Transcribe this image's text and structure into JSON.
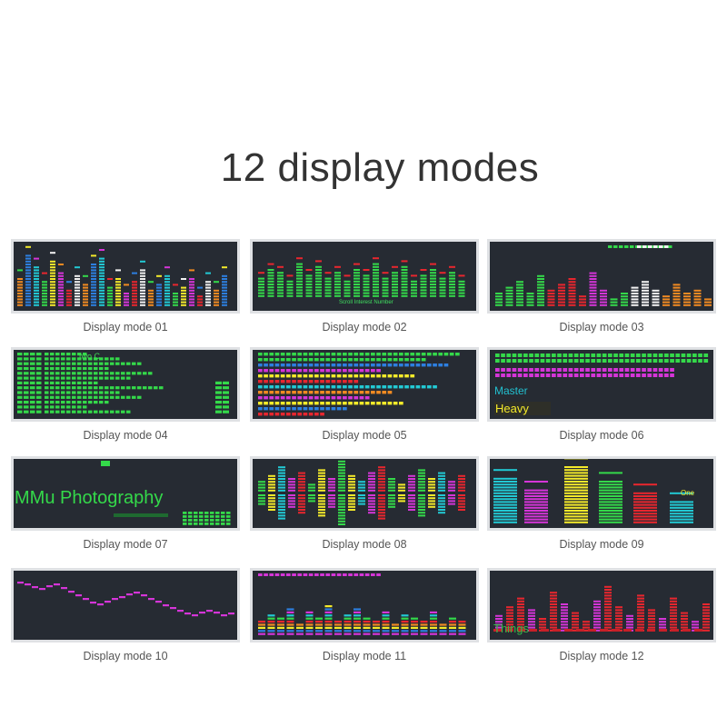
{
  "title": "12 display modes",
  "colors": {
    "screen": "#262b33",
    "green": "#34d94a",
    "red": "#e8262e",
    "magenta": "#d535d8",
    "cyan": "#22c9d4",
    "yellow": "#f4ea2a",
    "orange": "#f08a22",
    "blue": "#2d7fe0",
    "white": "#f2f2f2"
  },
  "modes": [
    {
      "caption": "Display mode 01"
    },
    {
      "caption": "Display mode 02",
      "text": "Scroll Interest Number"
    },
    {
      "caption": "Display mode 03"
    },
    {
      "caption": "Display mode 04",
      "text": "two C"
    },
    {
      "caption": "Display mode 05"
    },
    {
      "caption": "Display mode 06",
      "text": "Master",
      "text2": "Heavy"
    },
    {
      "caption": "Display mode 07",
      "text": "MMu Photography"
    },
    {
      "caption": "Display mode 08"
    },
    {
      "caption": "Display mode 09",
      "text": "One"
    },
    {
      "caption": "Display mode 10"
    },
    {
      "caption": "Display mode 11"
    },
    {
      "caption": "Display mode 12",
      "text": "Things"
    }
  ]
}
